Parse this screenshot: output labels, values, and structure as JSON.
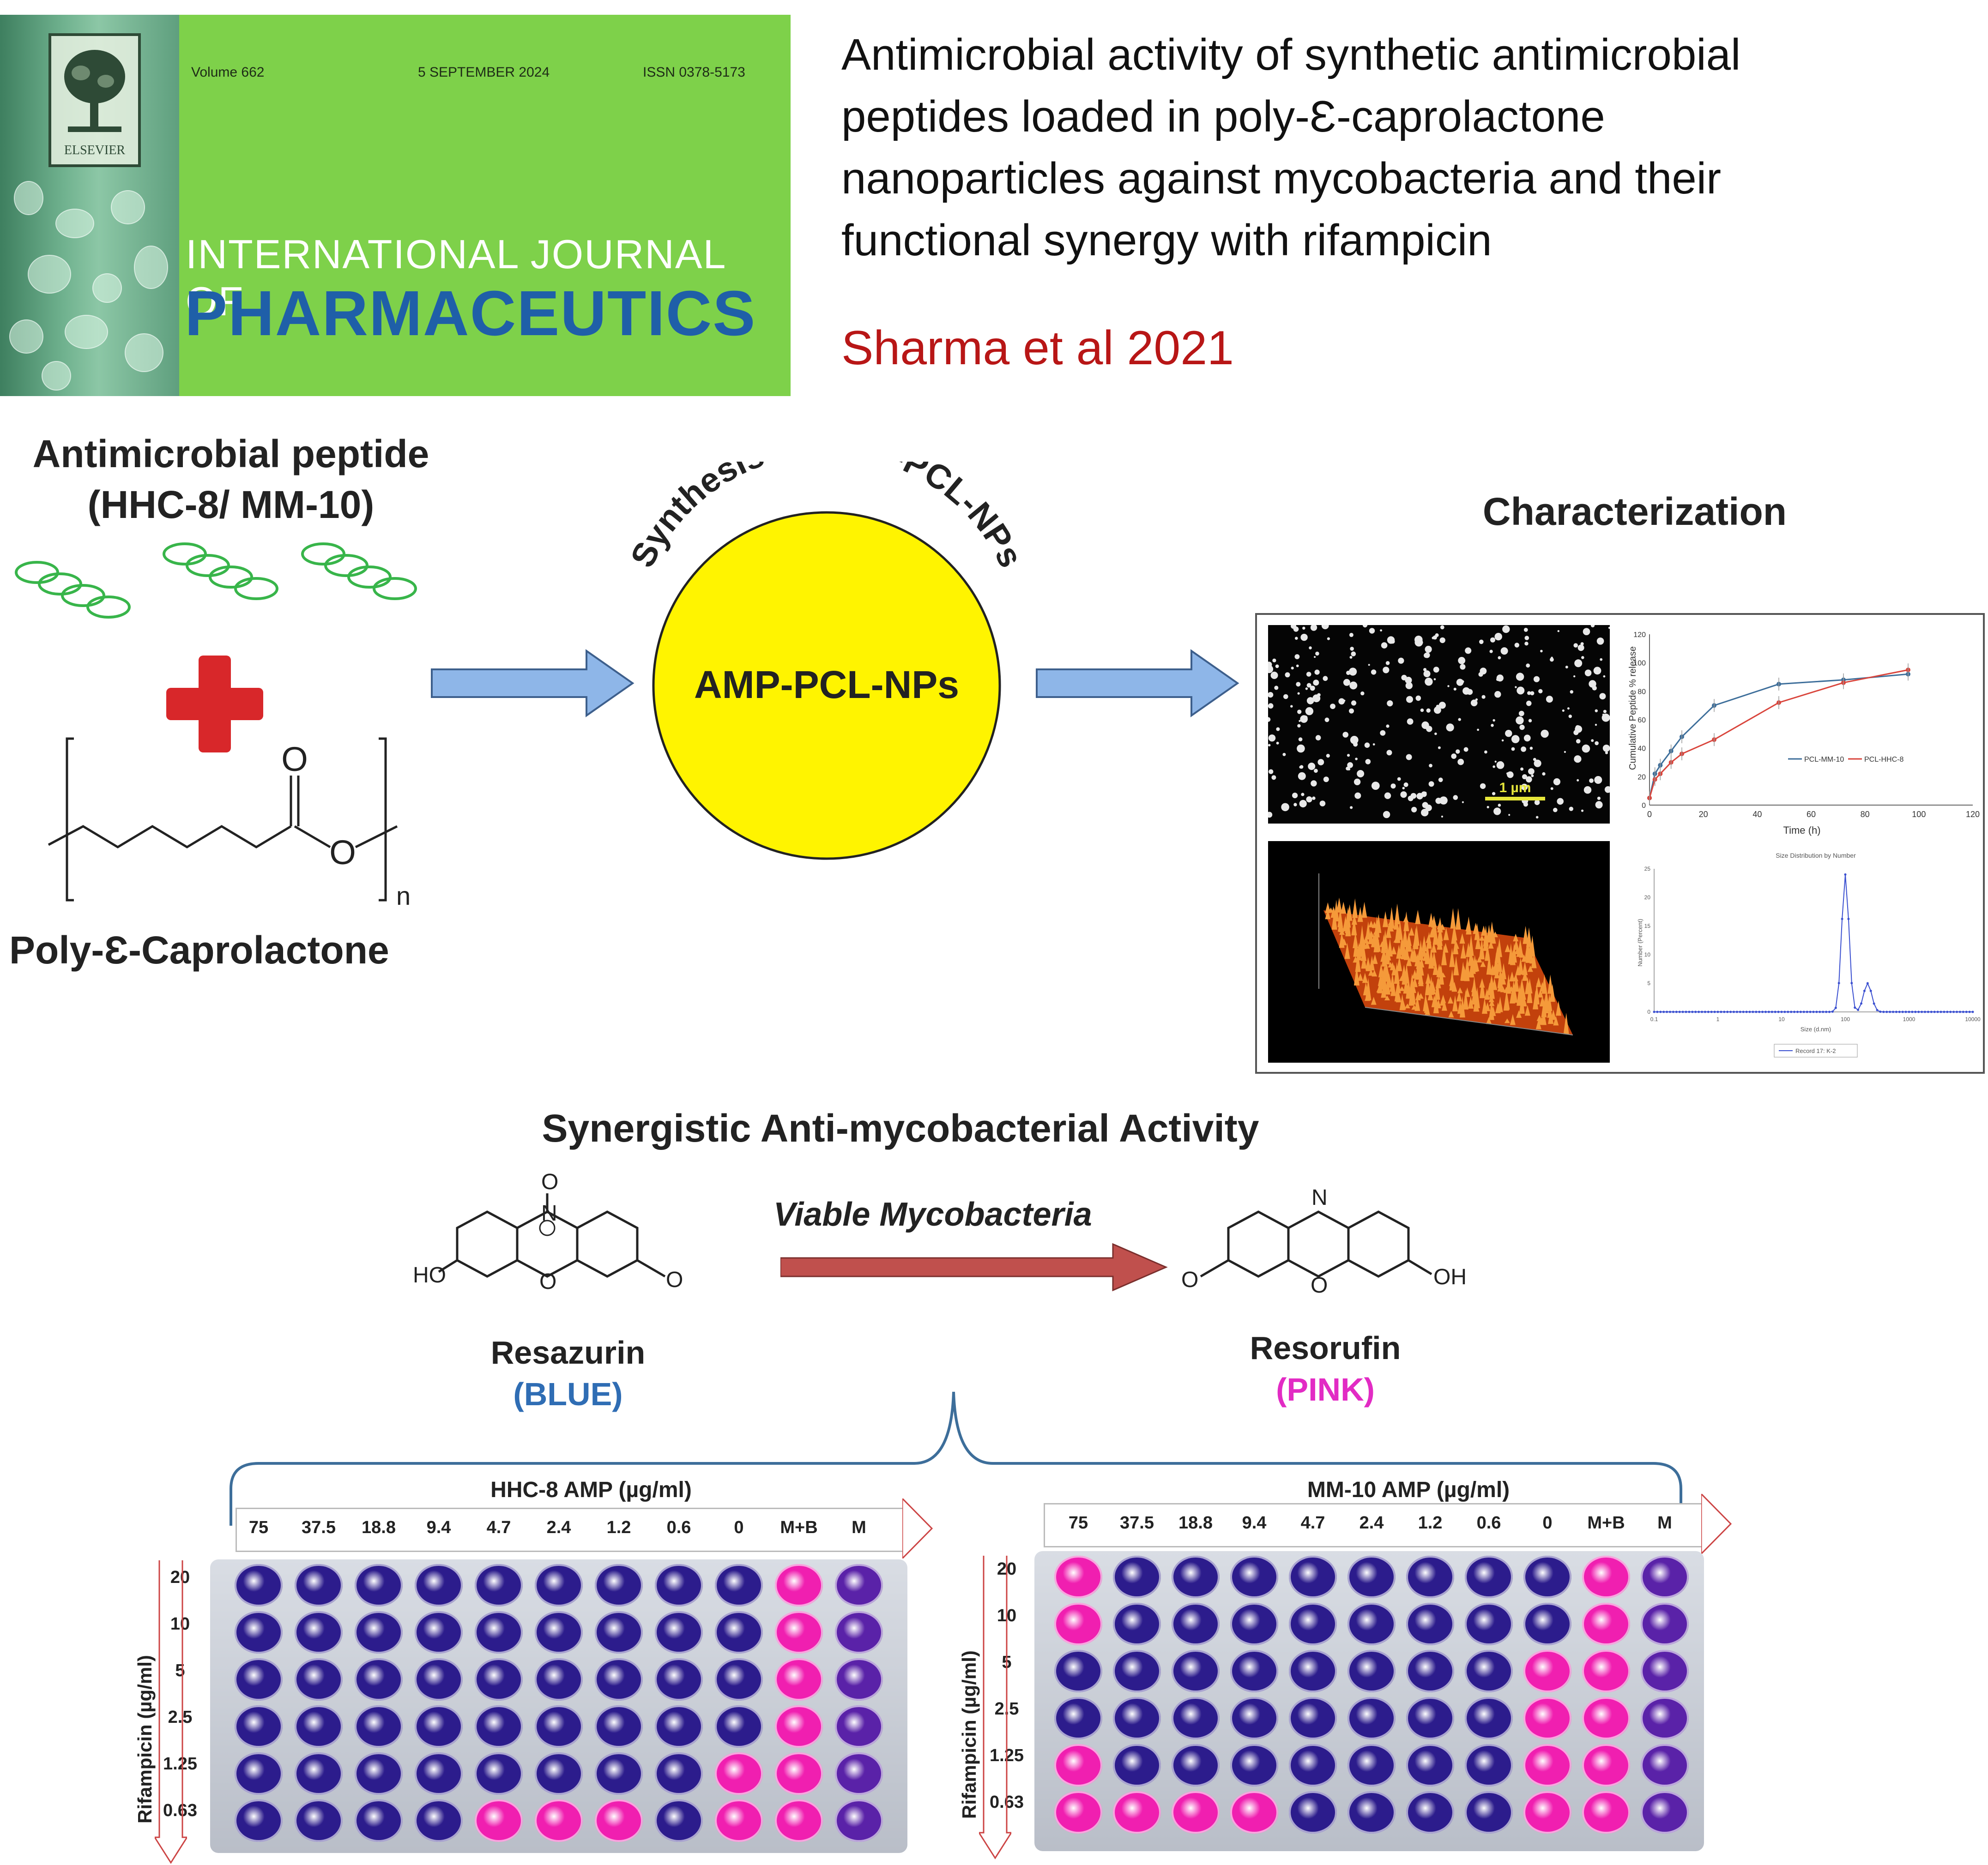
{
  "cover": {
    "volume": "Volume 662",
    "date": "5 SEPTEMBER 2024",
    "issn": "ISSN 0378-5173",
    "publisher": "ELSEVIER",
    "journal_line1": "INTERNATIONAL JOURNAL OF",
    "journal_line2": "PHARMACEUTICS"
  },
  "title_lines": [
    "Antimicrobial activity of synthetic antimicrobial",
    "peptides loaded in poly-Ɛ-caprolactone",
    "nanoparticles against mycobacteria and their",
    "functional synergy with rifampicin"
  ],
  "authors": "Sharma et al 2021",
  "diagram": {
    "peptide_heading_line1": "Antimicrobial peptide",
    "peptide_heading_line2": "(HHC-8/ MM-10)",
    "polymer_label": "Poly-Ɛ-Caprolactone",
    "polymer_carbonyl_o": "O",
    "polymer_ester_o": "O",
    "polymer_subscript": "n",
    "synthesis_arc_label": "Synthesis of AMP-PCL-NPs",
    "nanoparticle_label": "AMP-PCL-NPs",
    "characterization_heading": "Characterization",
    "scalebar_label": "1 µm",
    "activity_heading": "Synergistic Anti-mycobacterial Activity",
    "reaction_label": "Viable Mycobacteria",
    "resazurin": {
      "name": "Resazurin",
      "color_word": "(BLUE)",
      "color": "#2f6db4",
      "o_minus": "O",
      "n_plus": "N",
      "ho": "HO",
      "o_ring": "O",
      "o_keto": "O"
    },
    "resorufin": {
      "name": "Resorufin",
      "color_word": "(PINK)",
      "color": "#e22bc4",
      "n": "N",
      "o_keto": "O",
      "o_ring": "O",
      "oh": "OH"
    }
  },
  "release_chart": {
    "ylabel": "Cumulative Peptide % release",
    "xlabel": "Time (h)",
    "xticks": [
      "0",
      "20",
      "40",
      "60",
      "80",
      "100",
      "120"
    ],
    "yticks": [
      "0",
      "20",
      "40",
      "60",
      "80",
      "100",
      "120"
    ],
    "legend": [
      "PCL-MM-10",
      "PCL-HHC-8"
    ],
    "series_colors": [
      "#3d6e9a",
      "#d9453c"
    ]
  },
  "dls_chart": {
    "title": "Size Distribution by Number",
    "xlabel": "Size (d.nm)",
    "ylabel": "Number (Percent)",
    "xticks": [
      "0.1",
      "1",
      "10",
      "100",
      "1000",
      "10000"
    ],
    "yticks": [
      "0",
      "5",
      "10",
      "15",
      "20",
      "25"
    ],
    "legend": "Record 17: K-2"
  },
  "plates": {
    "column_labels": [
      "75",
      "37.5",
      "18.8",
      "9.4",
      "4.7",
      "2.4",
      "1.2",
      "0.6",
      "0",
      "M+B",
      "M"
    ],
    "row_labels": [
      "20",
      "10",
      "5",
      "2.5",
      "1.25",
      "0.63"
    ],
    "row_axis_label": "Rifampicin (µg/ml)",
    "left": {
      "title": "HHC-8 AMP (µg/ml)",
      "pink_wells": [
        [
          0,
          9
        ],
        [
          1,
          9
        ],
        [
          2,
          9
        ],
        [
          3,
          9
        ],
        [
          4,
          9
        ],
        [
          5,
          9
        ],
        [
          4,
          8
        ],
        [
          5,
          8
        ],
        [
          5,
          4
        ],
        [
          5,
          5
        ],
        [
          5,
          6
        ]
      ]
    },
    "right": {
      "title": "MM-10 AMP (µg/ml)",
      "pink_wells": [
        [
          0,
          0
        ],
        [
          1,
          0
        ],
        [
          0,
          9
        ],
        [
          1,
          9
        ],
        [
          2,
          9
        ],
        [
          3,
          9
        ],
        [
          4,
          9
        ],
        [
          5,
          9
        ],
        [
          2,
          8
        ],
        [
          3,
          8
        ],
        [
          4,
          8
        ],
        [
          5,
          8
        ],
        [
          4,
          0
        ],
        [
          5,
          0
        ],
        [
          5,
          1
        ],
        [
          5,
          2
        ],
        [
          5,
          3
        ]
      ]
    },
    "colors": {
      "blue_well": "#2c1c8c",
      "pink_well": "#f01fb0",
      "purple_well": "#5a22a8"
    }
  }
}
